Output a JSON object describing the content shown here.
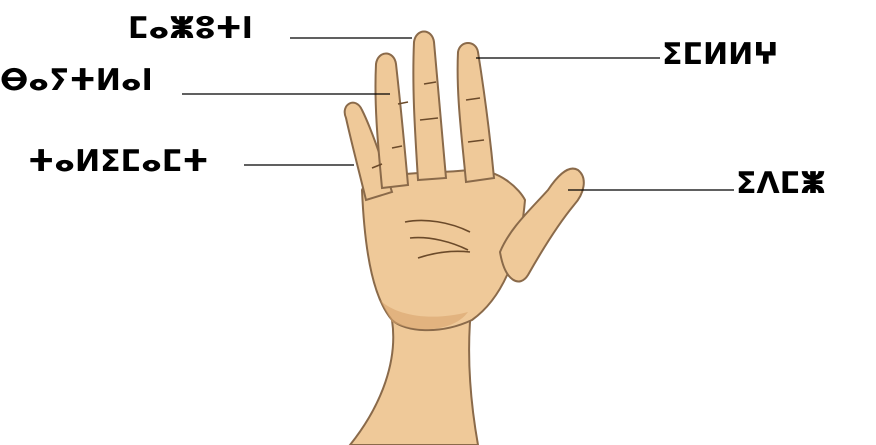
{
  "labels": {
    "middle_finger": "ⵎⴰⵥⵓⵜⵏ",
    "ring_finger": "ⴱⴰⵢⵜⵍⴰⵏ",
    "little_finger": "ⵜⴰⵍⵉⵎⴰⵎⵜ",
    "index_finger": "ⵉⵎⵍⵍⵖ",
    "thumb": "ⵉⴷⵎⵥ"
  },
  "colors": {
    "skin": "#efc999",
    "skin_shadow": "#d9a56e",
    "outline": "#8a6a4a",
    "crease": "#6b4a2a",
    "leader_line": "#000000",
    "label_text": "#000000"
  }
}
